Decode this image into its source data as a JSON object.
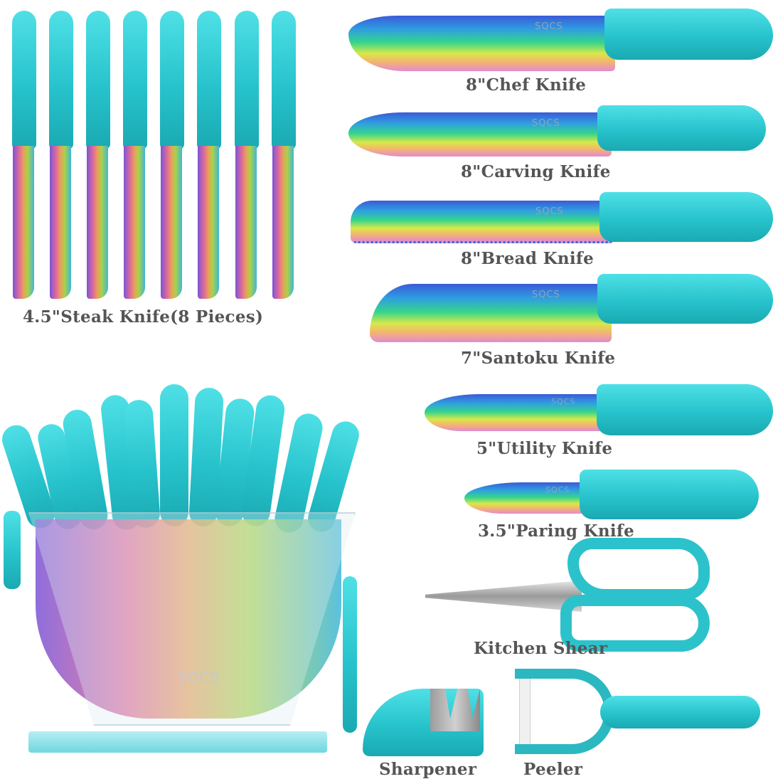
{
  "product": {
    "brand": "SQCS",
    "accent_color": "#29c4cd",
    "label_color": "#555555"
  },
  "steak_knives": {
    "label": "4.5\"Steak Knife(8 Pieces)",
    "count": 8
  },
  "knives": [
    {
      "label": "8\"Chef Knife",
      "brand": "SQCS"
    },
    {
      "label": "8\"Carving Knife",
      "brand": "SQCS"
    },
    {
      "label": "8\"Bread Knife",
      "brand": "SQCS"
    },
    {
      "label": "7\"Santoku Knife",
      "brand": "SQCS"
    },
    {
      "label": "5\"Utility Knife",
      "brand": "SQCS"
    },
    {
      "label": "3.5\"Paring Knife",
      "brand": "SQCS"
    }
  ],
  "accessories": {
    "shear": {
      "label": "Kitchen Shear"
    },
    "sharpener": {
      "label": "Sharpener"
    },
    "peeler": {
      "label": "Peeler"
    }
  },
  "block": {
    "brand": "SQCS"
  }
}
